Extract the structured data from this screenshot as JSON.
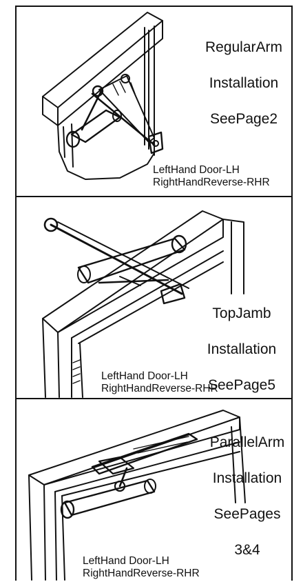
{
  "panels": [
    {
      "title_lines": [
        "RegularArm",
        "Installation",
        "SeePage2"
      ],
      "hand_lines": [
        "LeftHand Door-LH",
        "RightHandReverse-RHR"
      ],
      "illustration": "regular-arm-door-closer-illustration"
    },
    {
      "title_lines": [
        "TopJamb",
        "Installation",
        "SeePage5"
      ],
      "hand_lines": [
        "LeftHand Door-LH",
        "RightHandReverse-RHR"
      ],
      "illustration": "top-jamb-door-closer-illustration"
    },
    {
      "title_lines": [
        "ParallelArm",
        "Installation",
        "SeePages",
        "3&4"
      ],
      "hand_lines": [
        "LeftHand Door-LH",
        "RightHandReverse-RHR"
      ],
      "illustration": "parallel-arm-door-closer-illustration"
    }
  ],
  "colors": {
    "ink": "#111111",
    "paper": "#ffffff"
  }
}
